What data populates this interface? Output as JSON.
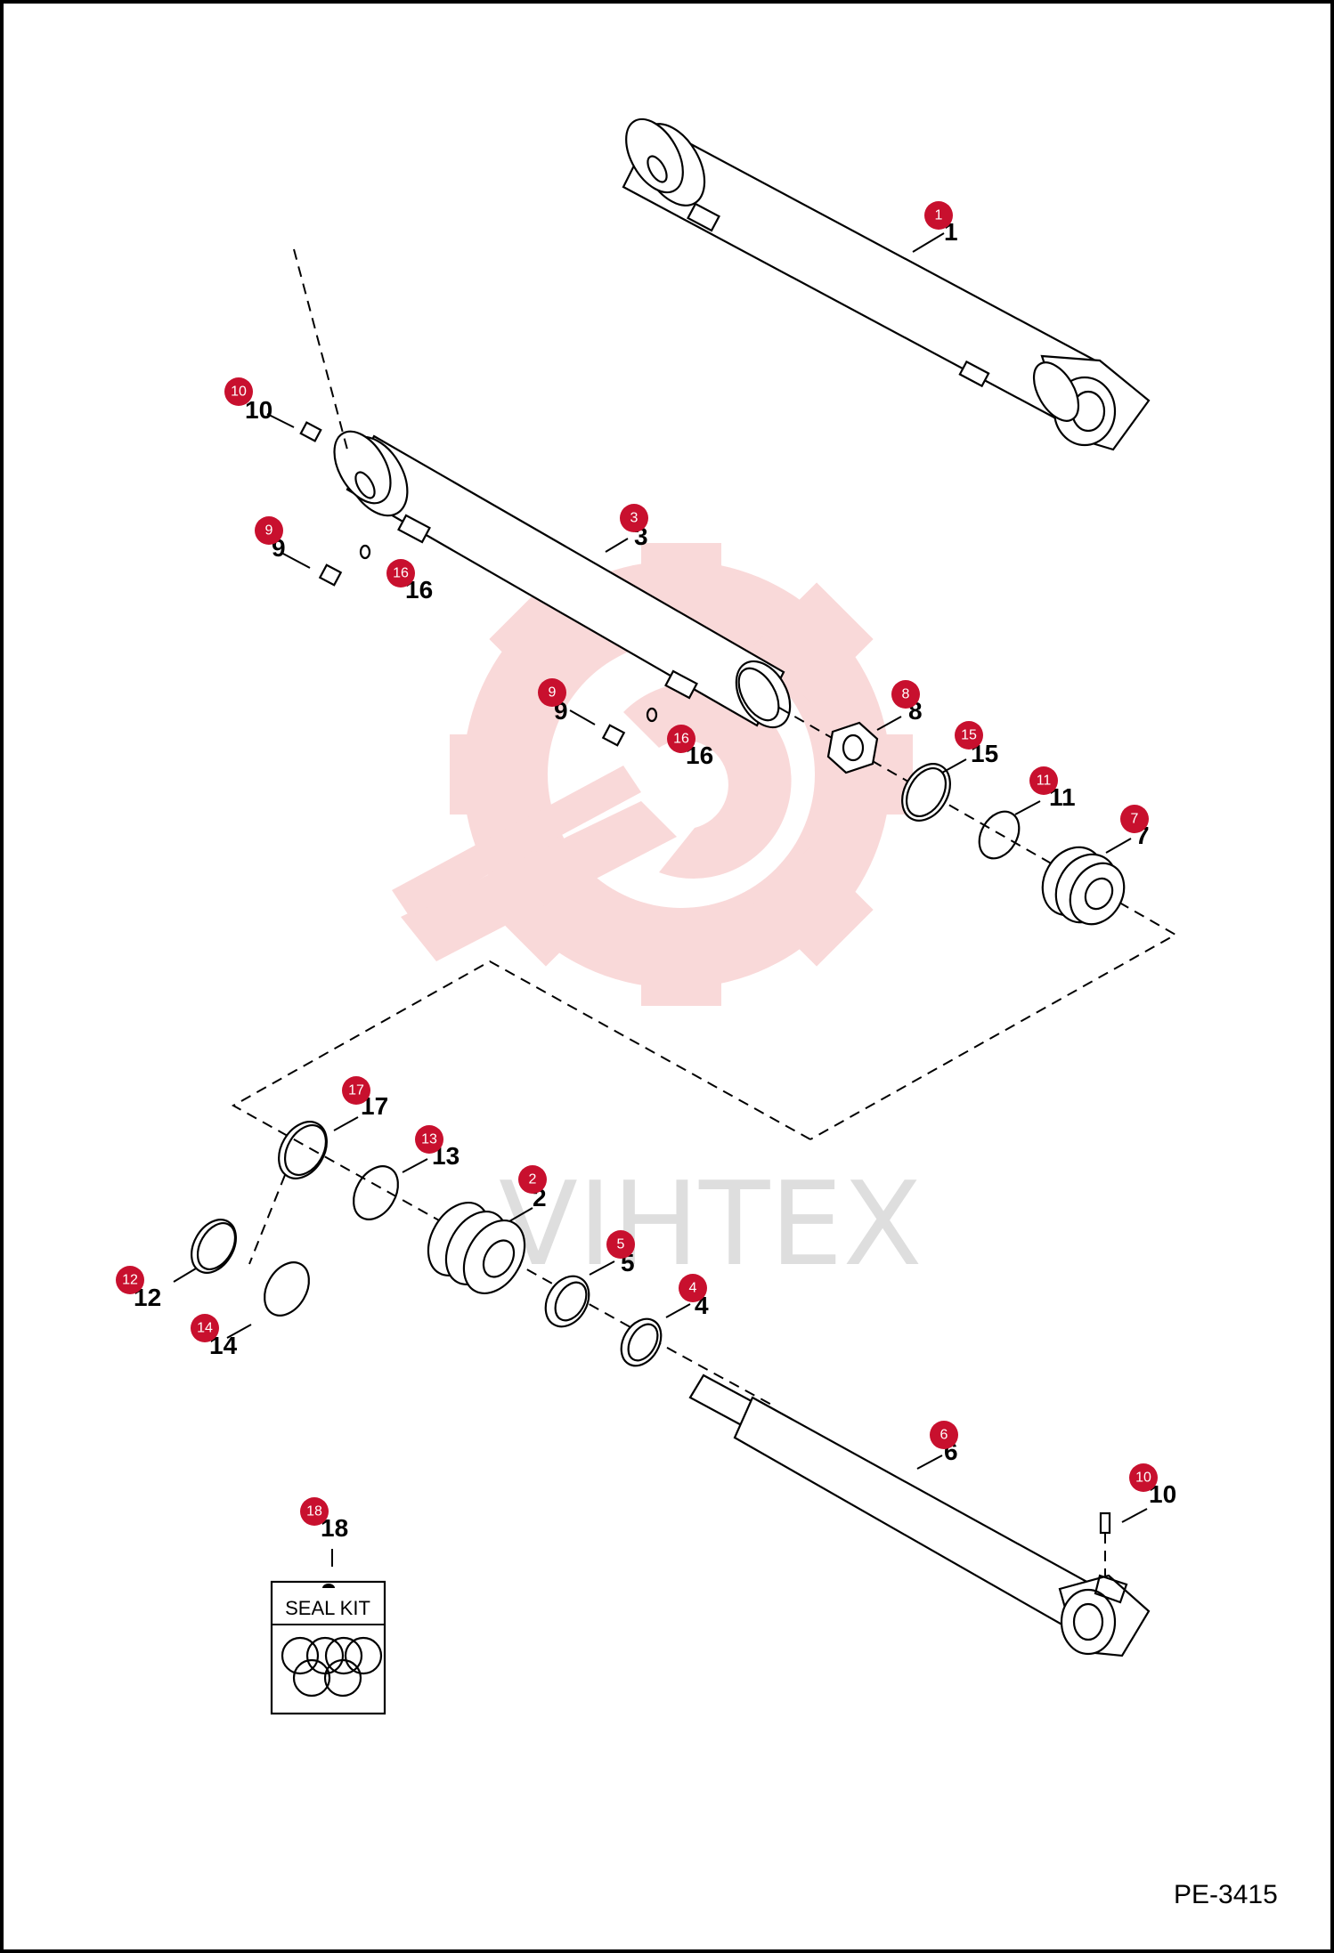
{
  "watermark": {
    "brand": "VIHTEX"
  },
  "page_code": "PE-3415",
  "seal_kit": {
    "label": "SEAL KIT"
  },
  "callouts": [
    {
      "id": "1",
      "bubble": "1",
      "label": "1"
    },
    {
      "id": "10a",
      "bubble": "10",
      "label": "10"
    },
    {
      "id": "3",
      "bubble": "3",
      "label": "3"
    },
    {
      "id": "9a",
      "bubble": "9",
      "label": "9"
    },
    {
      "id": "16a",
      "bubble": "16",
      "label": "16"
    },
    {
      "id": "9b",
      "bubble": "9",
      "label": "9"
    },
    {
      "id": "16b",
      "bubble": "16",
      "label": "16"
    },
    {
      "id": "8",
      "bubble": "8",
      "label": "8"
    },
    {
      "id": "15",
      "bubble": "15",
      "label": "15"
    },
    {
      "id": "11",
      "bubble": "11",
      "label": "11"
    },
    {
      "id": "7",
      "bubble": "7",
      "label": "7"
    },
    {
      "id": "17",
      "bubble": "17",
      "label": "17"
    },
    {
      "id": "13",
      "bubble": "13",
      "label": "13"
    },
    {
      "id": "2",
      "bubble": "2",
      "label": "2"
    },
    {
      "id": "5",
      "bubble": "5",
      "label": "5"
    },
    {
      "id": "4",
      "bubble": "4",
      "label": "4"
    },
    {
      "id": "12",
      "bubble": "12",
      "label": "12"
    },
    {
      "id": "14",
      "bubble": "14",
      "label": "14"
    },
    {
      "id": "6",
      "bubble": "6",
      "label": "6"
    },
    {
      "id": "10b",
      "bubble": "10",
      "label": "10"
    },
    {
      "id": "18",
      "bubble": "18",
      "label": "18"
    }
  ],
  "colors": {
    "bubble": "#c8102e",
    "watermark": "#f7c9c9",
    "line": "#000000"
  }
}
